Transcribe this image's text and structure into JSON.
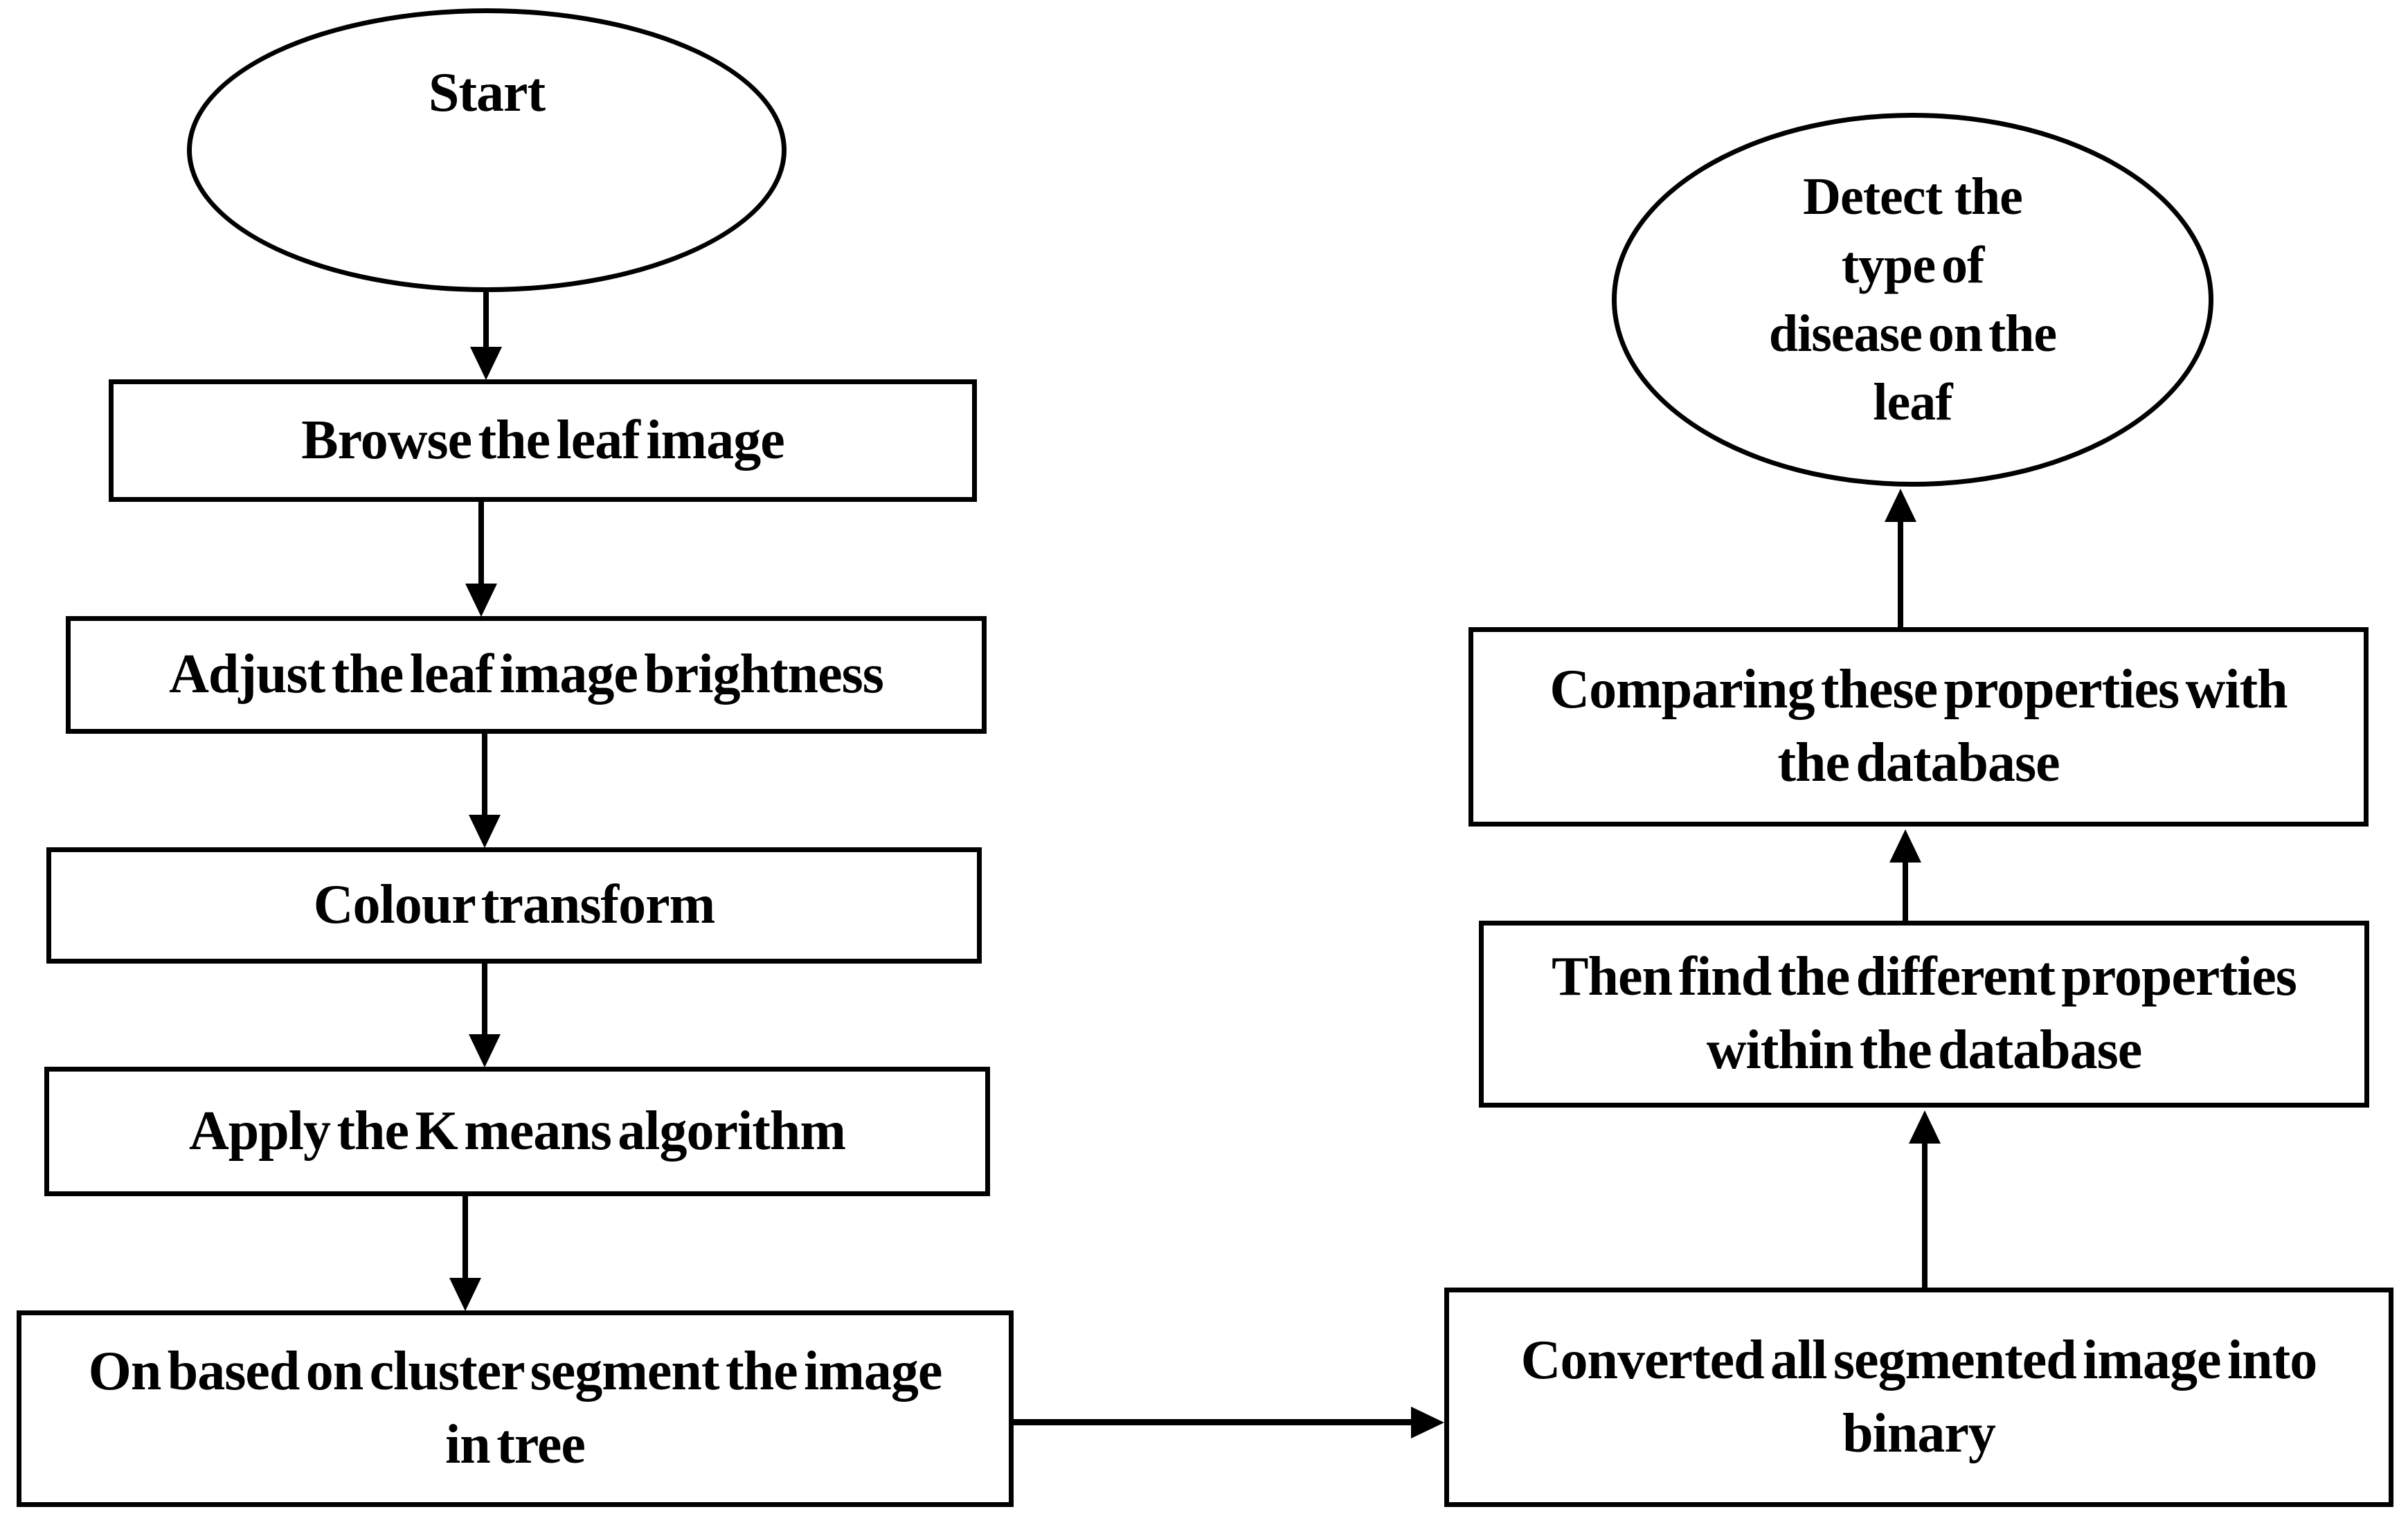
{
  "diagram": {
    "type": "flowchart",
    "background_color": "#ffffff",
    "stroke_color": "#000000",
    "text_color": "#000000",
    "nodes": {
      "start": {
        "shape": "ellipse",
        "lines": [
          "Start"
        ]
      },
      "browse": {
        "shape": "rect",
        "lines": [
          "Browse the leaf image"
        ]
      },
      "adjust": {
        "shape": "rect",
        "lines": [
          "Adjust the leaf image brightness"
        ]
      },
      "colour": {
        "shape": "rect",
        "lines": [
          "Colour transform"
        ]
      },
      "kmeans": {
        "shape": "rect",
        "lines": [
          "Apply the K means algorithm"
        ]
      },
      "cluster": {
        "shape": "rect",
        "lines": [
          "On based on cluster segment the image",
          "in tree"
        ]
      },
      "converted": {
        "shape": "rect",
        "lines": [
          "Converted all segmented image into",
          "binary"
        ]
      },
      "thenfind": {
        "shape": "rect",
        "lines": [
          "Then find the different properties",
          "within the database"
        ]
      },
      "comparing": {
        "shape": "rect",
        "lines": [
          "Comparing these properties with",
          "the database"
        ]
      },
      "detect": {
        "shape": "ellipse",
        "lines": [
          "Detect  the",
          "type of",
          "disease on the",
          "leaf"
        ]
      }
    },
    "edges": [
      {
        "from": "start",
        "to": "browse",
        "direction": "down"
      },
      {
        "from": "browse",
        "to": "adjust",
        "direction": "down"
      },
      {
        "from": "adjust",
        "to": "colour",
        "direction": "down"
      },
      {
        "from": "colour",
        "to": "kmeans",
        "direction": "down"
      },
      {
        "from": "kmeans",
        "to": "cluster",
        "direction": "down"
      },
      {
        "from": "cluster",
        "to": "converted",
        "direction": "right"
      },
      {
        "from": "converted",
        "to": "thenfind",
        "direction": "up"
      },
      {
        "from": "thenfind",
        "to": "comparing",
        "direction": "up"
      },
      {
        "from": "comparing",
        "to": "detect",
        "direction": "up"
      }
    ]
  }
}
